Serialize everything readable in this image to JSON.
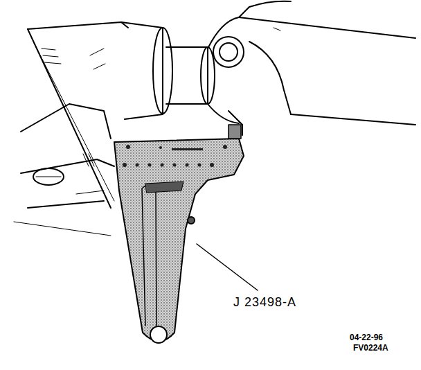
{
  "diagram": {
    "labels": [
      "J 23498-A",
      "04-22-96",
      "FV0224A"
    ]
  }
}
